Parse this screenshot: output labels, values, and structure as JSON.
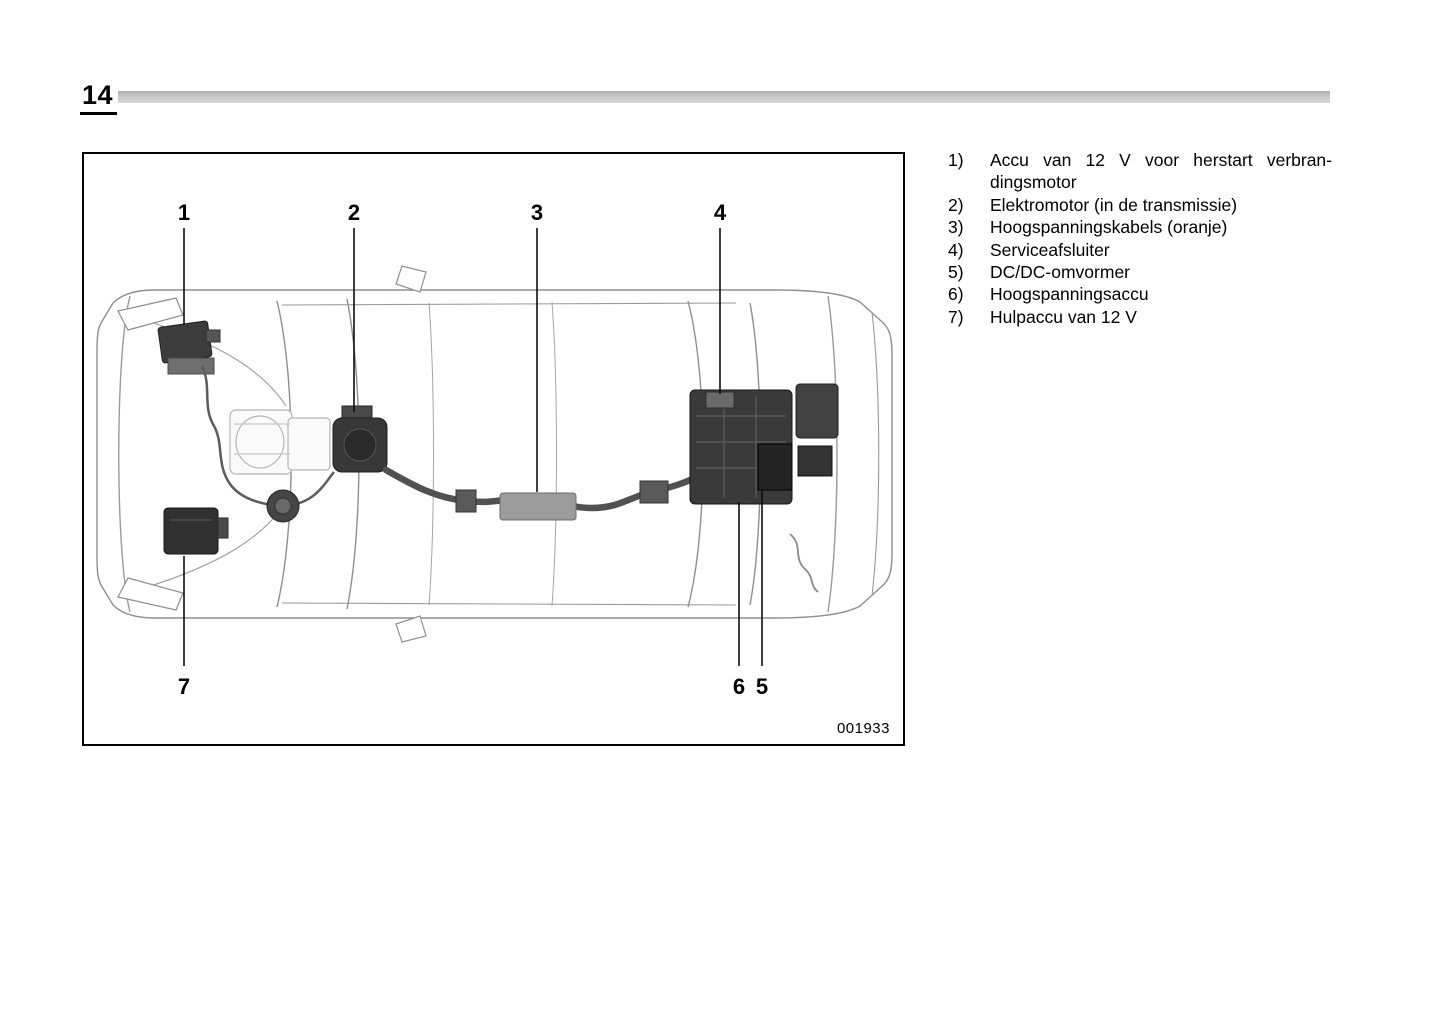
{
  "page": {
    "number": "14"
  },
  "figure": {
    "code": "001933",
    "callouts": [
      {
        "label": "1"
      },
      {
        "label": "2"
      },
      {
        "label": "3"
      },
      {
        "label": "4"
      },
      {
        "label": "5"
      },
      {
        "label": "6"
      },
      {
        "label": "7"
      }
    ]
  },
  "legend": {
    "items": [
      {
        "num": "1)",
        "text": "Accu van 12 V voor herstart verbran-dingsmotor"
      },
      {
        "num": "2)",
        "text": "Elektromotor (in de transmissie)"
      },
      {
        "num": "3)",
        "text": "Hoogspanningskabels (oranje)"
      },
      {
        "num": "4)",
        "text": "Serviceafsluiter"
      },
      {
        "num": "5)",
        "text": "DC/DC-omvormer"
      },
      {
        "num": "6)",
        "text": "Hoogspanningsaccu"
      },
      {
        "num": "7)",
        "text": "Hulpaccu van 12 V"
      }
    ]
  }
}
